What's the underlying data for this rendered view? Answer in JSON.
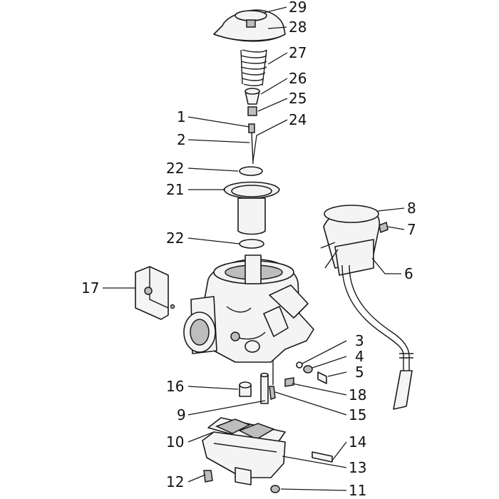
{
  "callouts": {
    "n1": "1",
    "n2": "2",
    "n3": "3",
    "n4": "4",
    "n5": "5",
    "n6": "6",
    "n7": "7",
    "n8": "8",
    "n9": "9",
    "n10": "10",
    "n11": "11",
    "n12": "12",
    "n13": "13",
    "n14": "14",
    "n15": "15",
    "n16": "16",
    "n17": "17",
    "n18": "18",
    "n21": "21",
    "n22a": "22",
    "n22b": "22",
    "n24": "24",
    "n25": "25",
    "n26": "26",
    "n27": "27",
    "n28": "28",
    "n29": "29"
  },
  "colors": {
    "ink": "#1a1a1a",
    "background": "#ffffff"
  }
}
